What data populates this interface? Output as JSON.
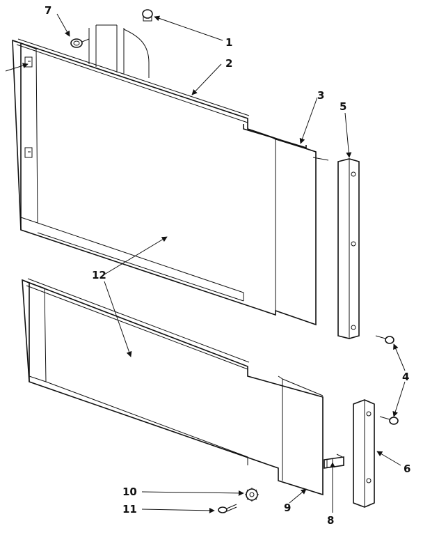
{
  "parts": [
    {
      "id": "p1",
      "number": "1"
    },
    {
      "id": "p2",
      "number": "2"
    },
    {
      "id": "p3",
      "number": "3"
    },
    {
      "id": "p4",
      "number": "4"
    },
    {
      "id": "p5",
      "number": "5"
    },
    {
      "id": "p6",
      "number": "6"
    },
    {
      "id": "p7",
      "number": "7"
    },
    {
      "id": "p8",
      "number": "8"
    },
    {
      "id": "p9",
      "number": "9"
    },
    {
      "id": "p10",
      "number": "10"
    },
    {
      "id": "p11",
      "number": "11"
    },
    {
      "id": "p12",
      "number": "12"
    }
  ]
}
